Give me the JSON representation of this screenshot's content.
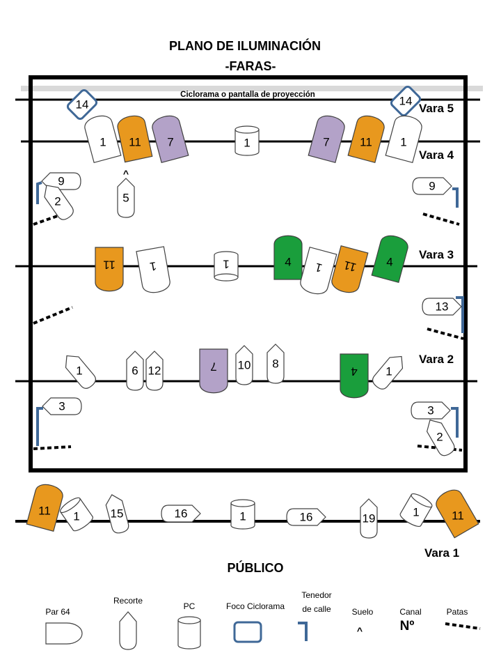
{
  "title": "PLANO DE ILUMINACIÓN",
  "subtitle": "-FARAS-",
  "cyclorama_label": "Ciclorama o pantalla de proyección",
  "audience_label": "PÚBLICO",
  "bars": {
    "vara1": "Vara 1",
    "vara2": "Vara 2",
    "vara3": "Vara 3",
    "vara4": "Vara 4",
    "vara5": "Vara 5"
  },
  "colors": {
    "orange": "#E8981E",
    "purple": "#B3A2C8",
    "green": "#1A9E3C",
    "white": "#FFFFFF",
    "blue": "#3F6897",
    "cyclorama_bar": "#D9D9D9"
  },
  "fixtures": [
    {
      "type": "cyclorama",
      "channel": "14",
      "color": "white"
    },
    {
      "type": "cyclorama",
      "channel": "14",
      "color": "white"
    },
    {
      "type": "par",
      "channel": "1",
      "color": "white"
    },
    {
      "type": "par",
      "channel": "11",
      "color": "orange"
    },
    {
      "type": "par",
      "channel": "7",
      "color": "purple"
    },
    {
      "type": "pc",
      "channel": "1",
      "color": "white"
    },
    {
      "type": "par",
      "channel": "7",
      "color": "purple"
    },
    {
      "type": "par",
      "channel": "11",
      "color": "orange"
    },
    {
      "type": "par",
      "channel": "1",
      "color": "white"
    },
    {
      "type": "recorte",
      "channel": "9",
      "color": "white"
    },
    {
      "type": "recorte",
      "channel": "2",
      "color": "white"
    },
    {
      "type": "recorte",
      "channel": "5",
      "color": "white"
    },
    {
      "type": "recorte",
      "channel": "9",
      "color": "white"
    },
    {
      "type": "par",
      "channel": "11",
      "color": "orange"
    },
    {
      "type": "par",
      "channel": "1",
      "color": "white"
    },
    {
      "type": "pc",
      "channel": "1",
      "color": "white"
    },
    {
      "type": "par",
      "channel": "4",
      "color": "green"
    },
    {
      "type": "par",
      "channel": "1",
      "color": "white"
    },
    {
      "type": "par",
      "channel": "11",
      "color": "orange"
    },
    {
      "type": "par",
      "channel": "4",
      "color": "green"
    },
    {
      "type": "recorte",
      "channel": "13",
      "color": "white"
    },
    {
      "type": "recorte",
      "channel": "1",
      "color": "white"
    },
    {
      "type": "recorte",
      "channel": "6",
      "color": "white"
    },
    {
      "type": "recorte",
      "channel": "12",
      "color": "white"
    },
    {
      "type": "par",
      "channel": "7",
      "color": "purple"
    },
    {
      "type": "recorte",
      "channel": "10",
      "color": "white"
    },
    {
      "type": "recorte",
      "channel": "8",
      "color": "white"
    },
    {
      "type": "par",
      "channel": "4",
      "color": "green"
    },
    {
      "type": "recorte",
      "channel": "1",
      "color": "white"
    },
    {
      "type": "recorte",
      "channel": "3",
      "color": "white"
    },
    {
      "type": "recorte",
      "channel": "3",
      "color": "white"
    },
    {
      "type": "recorte",
      "channel": "2",
      "color": "white"
    },
    {
      "type": "par",
      "channel": "11",
      "color": "orange"
    },
    {
      "type": "pc",
      "channel": "1",
      "color": "white"
    },
    {
      "type": "recorte",
      "channel": "15",
      "color": "white"
    },
    {
      "type": "recorte",
      "channel": "16",
      "color": "white"
    },
    {
      "type": "pc",
      "channel": "1",
      "color": "white"
    },
    {
      "type": "recorte",
      "channel": "16",
      "color": "white"
    },
    {
      "type": "recorte",
      "channel": "19",
      "color": "white"
    },
    {
      "type": "pc",
      "channel": "1",
      "color": "white"
    },
    {
      "type": "par",
      "channel": "11",
      "color": "orange"
    }
  ],
  "legend": {
    "par64": "Par 64",
    "recorte": "Recorte",
    "pc": "PC",
    "foco_ciclorama": "Foco Ciclorama",
    "tenedor_line1": "Tenedor",
    "tenedor_line2": "de calle",
    "suelo": "Suelo",
    "suelo_symbol": "^",
    "canal_label": "Canal",
    "canal_symbol": "Nº",
    "patas": "Patas"
  }
}
